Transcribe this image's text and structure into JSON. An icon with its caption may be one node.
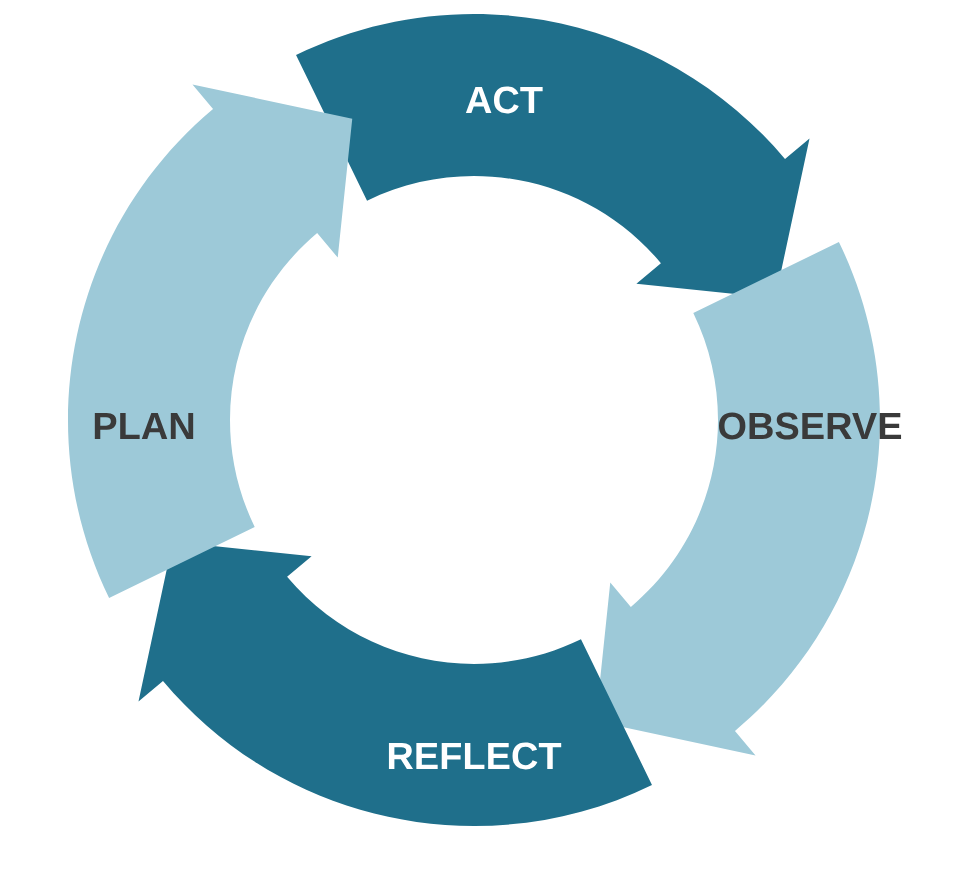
{
  "diagram": {
    "nodes": [
      {
        "text": [
          "ACT"
        ]
      },
      {
        "text": [
          "OBSERVE"
        ]
      },
      {
        "text": [
          "REFLECT"
        ]
      },
      {
        "text": [
          "PLAN"
        ]
      }
    ],
    "edges": [
      {
        "from": 3,
        "to": 1,
        "arrow": "to"
      },
      {
        "from": 0,
        "to": 2,
        "arrow": "to"
      },
      {
        "from": 1,
        "to": 3,
        "arrow": "to"
      },
      {
        "from": 2,
        "to": 0,
        "arrow": "to"
      }
    ]
  }
}
